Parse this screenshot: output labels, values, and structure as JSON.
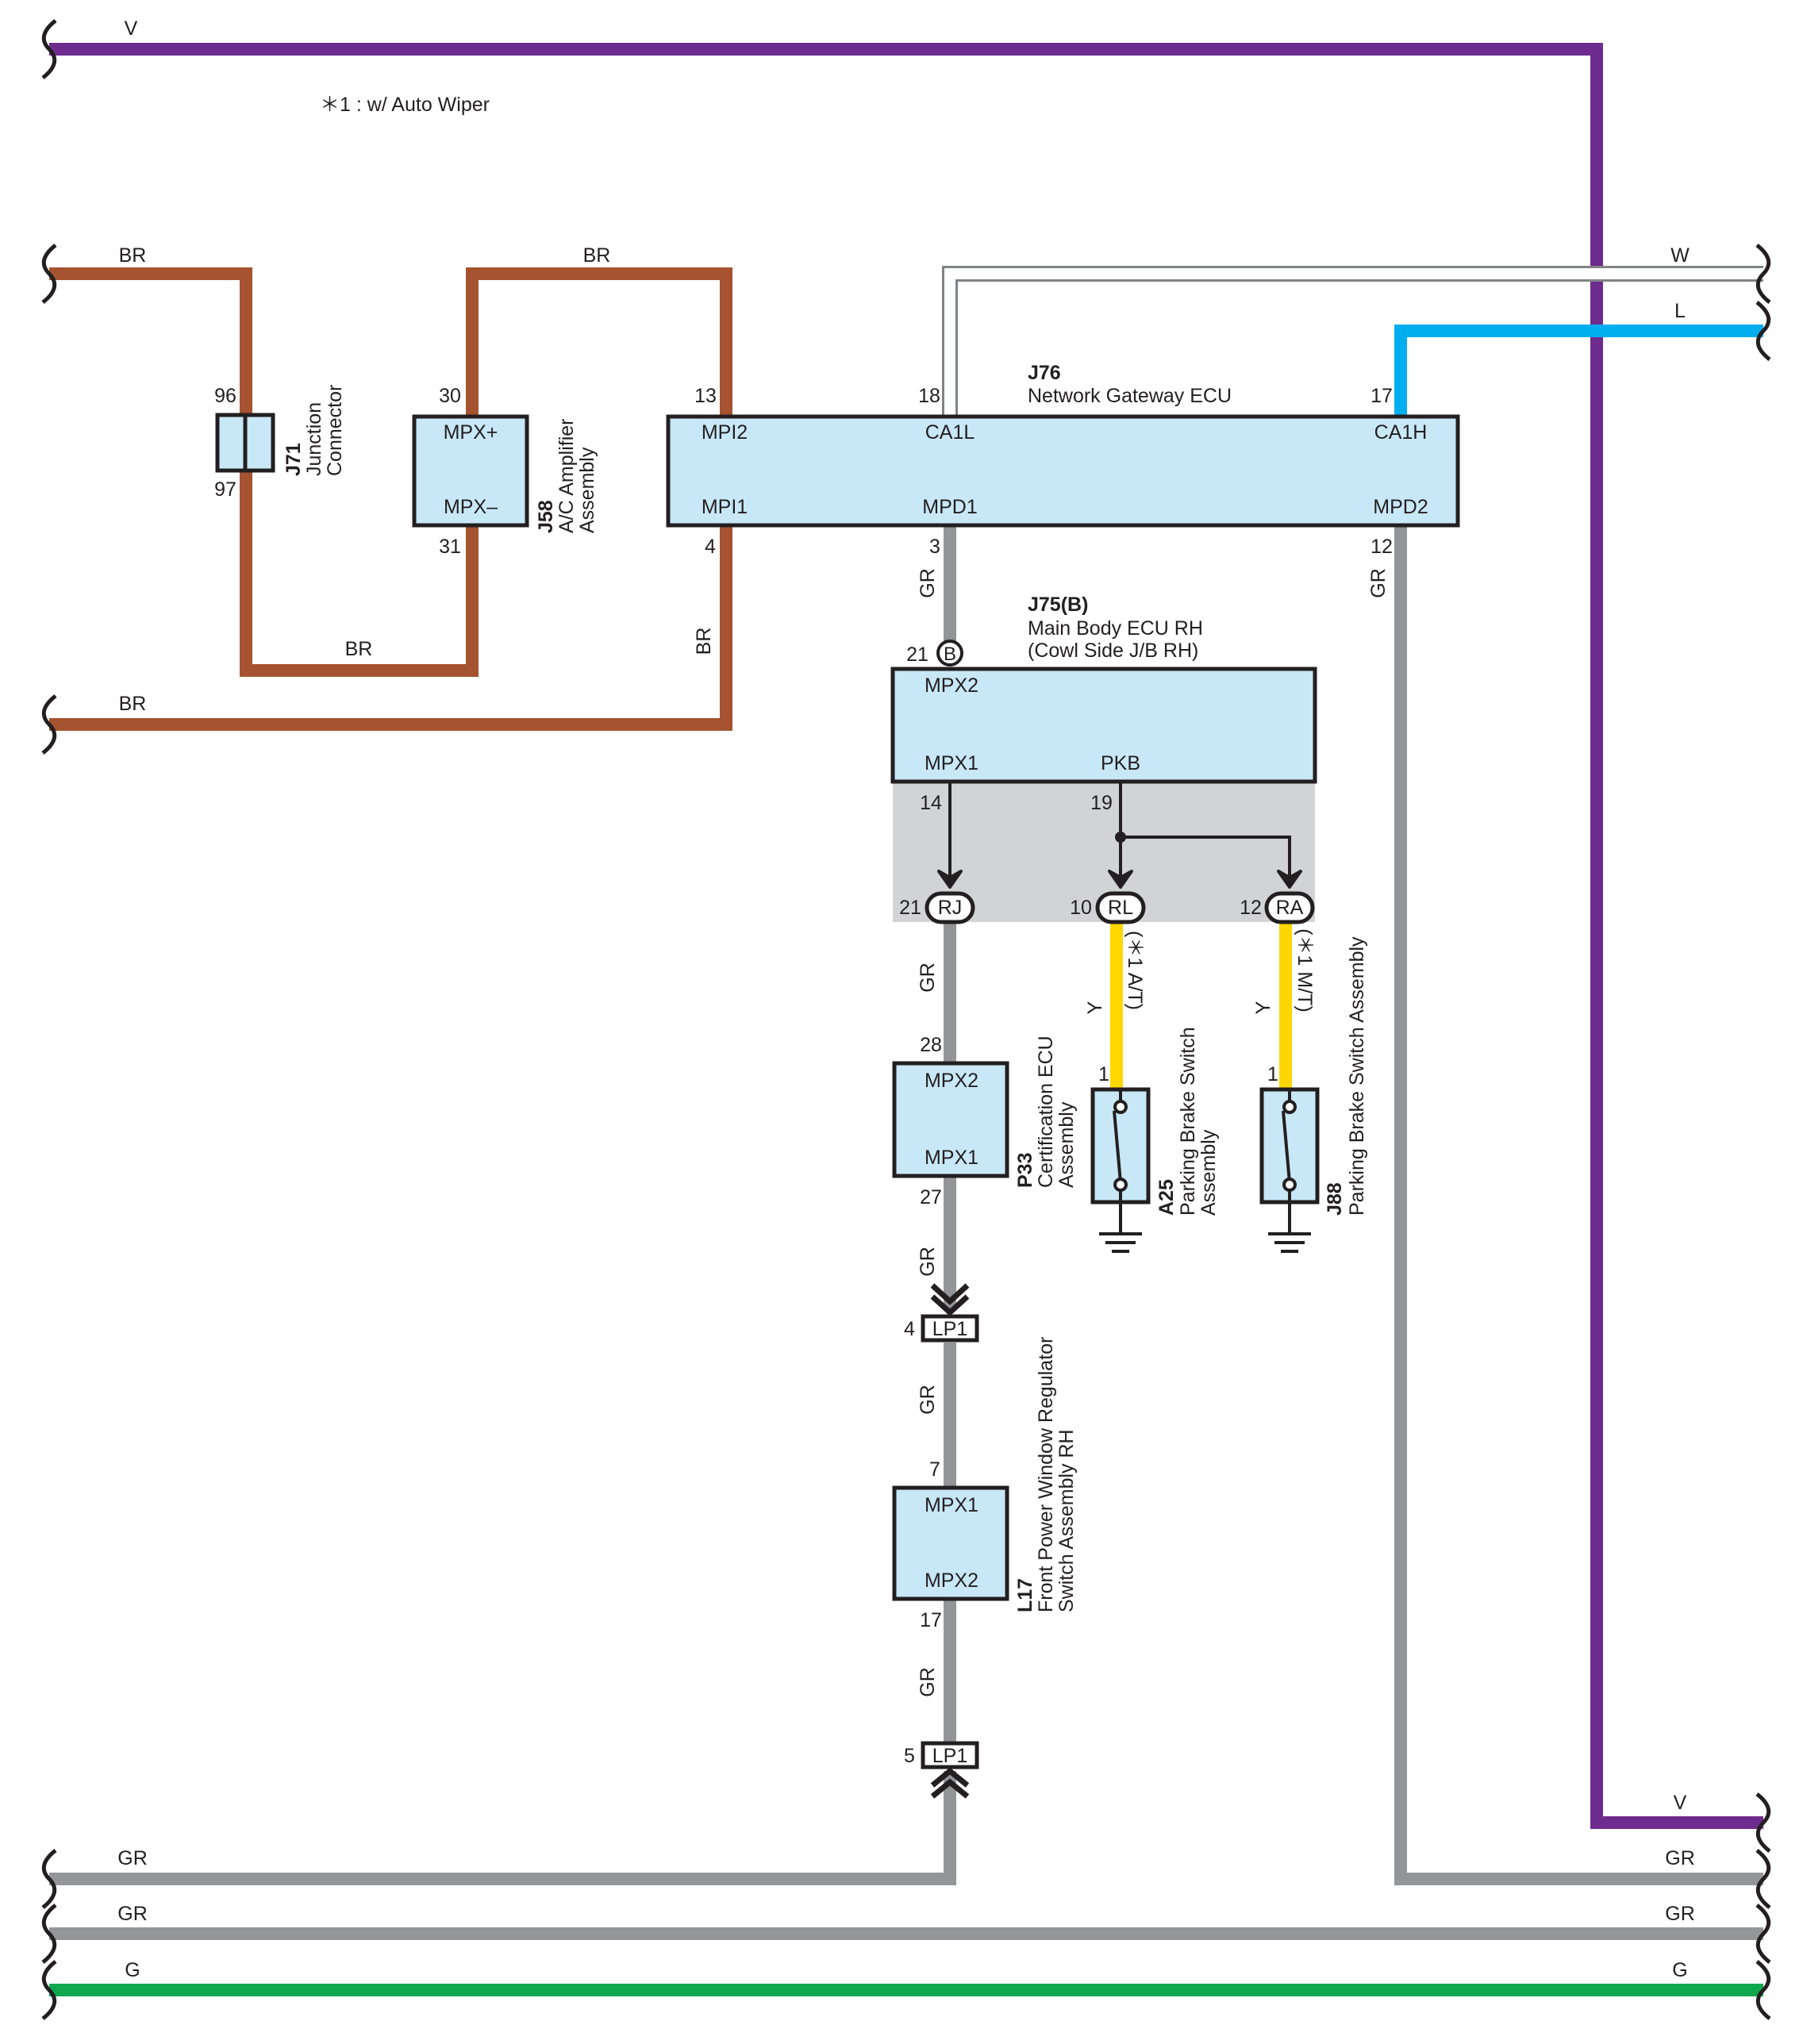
{
  "note": "＊1 : w/ Auto Wiper",
  "colors": {
    "V": "#6e2c8f",
    "BR": "#a55330",
    "GR": "#939598",
    "G": "#10a84e",
    "L": "#00aeef",
    "Y": "#ffd700",
    "W": "#ffffff",
    "box": "#c8e8f8",
    "shade": "#d1d3d4"
  },
  "wires": {
    "v_top": "V",
    "v_right": "V",
    "br_top_left": "BR",
    "br_top_mid": "BR",
    "br_bottom_mid": "BR",
    "br_vertical": "BR",
    "br_lower_left": "BR",
    "w": "W",
    "l": "L",
    "gr_j76_b": "GR",
    "gr_rj": "GR",
    "gr_p33_down": "GR",
    "gr_lp1": "GR",
    "gr_l17_down": "GR",
    "gr_right": "GR",
    "y_rl": "Y",
    "y_ra": "Y",
    "gr_bottom1_left": "GR",
    "gr_bottom1_right": "GR",
    "gr_bottom2_left": "GR",
    "gr_bottom2_right": "GR",
    "g_left": "G",
    "g_right": "G"
  },
  "components": {
    "j71": {
      "code": "J71",
      "name_line1": "Junction",
      "name_line2": "Connector",
      "pin_top": "96",
      "pin_bottom": "97"
    },
    "j58": {
      "code": "J58",
      "name_line1": "A/C Amplifier",
      "name_line2": "Assembly",
      "term_top": "MPX+",
      "term_bottom": "MPX–",
      "pin_top": "30",
      "pin_bottom": "31"
    },
    "j76": {
      "code": "J76",
      "name": "Network Gateway ECU",
      "mpi2": "MPI2",
      "mpi1": "MPI1",
      "ca1l": "CA1L",
      "mpd1": "MPD1",
      "ca1h": "CA1H",
      "mpd2": "MPD2",
      "pin_mpi2": "13",
      "pin_mpi1": "4",
      "pin_ca1l": "18",
      "pin_mpd1": "3",
      "pin_ca1h": "17",
      "pin_mpd2": "12"
    },
    "j75": {
      "code": "J75(B)",
      "name_line1": "Main Body ECU RH",
      "name_line2": "(Cowl Side J/B RH)",
      "conn": "B",
      "pin_in": "21",
      "mpx2": "MPX2",
      "mpx1": "MPX1",
      "pkb": "PKB",
      "pin_mpx1": "14",
      "pin_pkb": "19"
    },
    "rj": {
      "label": "RJ",
      "pin": "21"
    },
    "rl": {
      "label": "RL",
      "pin": "10"
    },
    "ra": {
      "label": "RA",
      "pin": "12"
    },
    "p33": {
      "code": "P33",
      "name_line1": "Certification ECU",
      "name_line2": "Assembly",
      "term_top": "MPX2",
      "term_bottom": "MPX1",
      "pin_top": "28",
      "pin_bottom": "27"
    },
    "a25": {
      "code": "A25",
      "name_line1": "Parking Brake Switch",
      "name_line2": "Assembly",
      "pin": "1",
      "note": "(＊1 A/T)"
    },
    "j88": {
      "code": "J88",
      "name": "Parking Brake Switch Assembly",
      "pin": "1",
      "note": "(＊1 M/T)"
    },
    "lp1_top": {
      "label": "LP1",
      "pin": "4"
    },
    "lp1_bottom": {
      "label": "LP1",
      "pin": "5"
    },
    "l17": {
      "code": "L17",
      "name_line1": "Front Power Window Regulator",
      "name_line2": "Switch Assembly RH",
      "term_top": "MPX1",
      "term_bottom": "MPX2",
      "pin_top": "7",
      "pin_bottom": "17"
    }
  }
}
